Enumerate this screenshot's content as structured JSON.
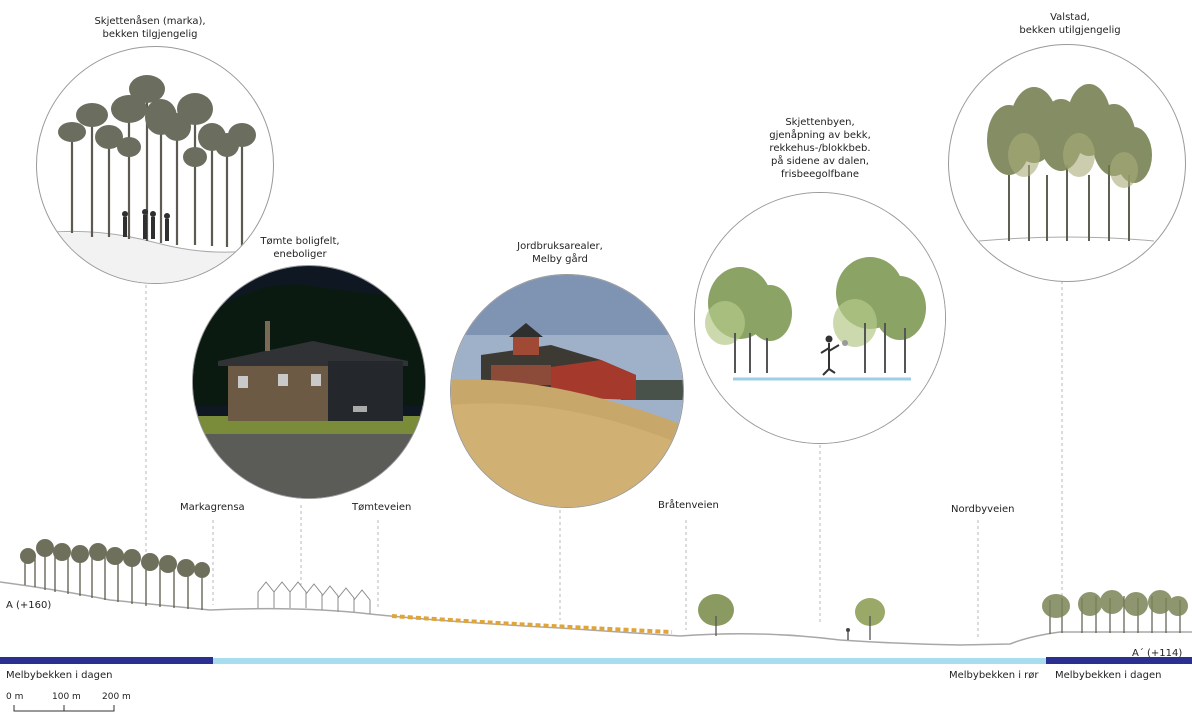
{
  "viewpoints": [
    {
      "lines": [
        "Skjettenåsen (marka),",
        "bekken tilgjengelig"
      ]
    },
    {
      "lines": [
        "Tømte boligfelt,",
        "eneboliger"
      ]
    },
    {
      "lines": [
        "Jordbruksarealer,",
        "Melby gård"
      ]
    },
    {
      "lines": [
        "Skjettenbyen,",
        "gjenåpning av bekk,",
        "rekkehus-/blokkbeb.",
        "på sidene av dalen,",
        "frisbeegolfbane"
      ]
    },
    {
      "lines": [
        "Valstad,",
        "bekken utilgjengelig"
      ]
    }
  ],
  "roads": [
    "Markagrensa",
    "Tømteveien",
    "Bråtenveien",
    "Nordbyveien"
  ],
  "elevations": {
    "start": "A (+160)",
    "end": "A´ (+114)"
  },
  "stream": {
    "open_left": "Melbybekken i dagen",
    "pipe": "Melbybekken i rør",
    "open_right": "Melbybekken i dagen",
    "colors": {
      "open": "#2b2f8f",
      "pipe": "#a8dcef"
    }
  },
  "scale": {
    "labels": [
      "0 m",
      "100 m",
      "200 m"
    ]
  }
}
